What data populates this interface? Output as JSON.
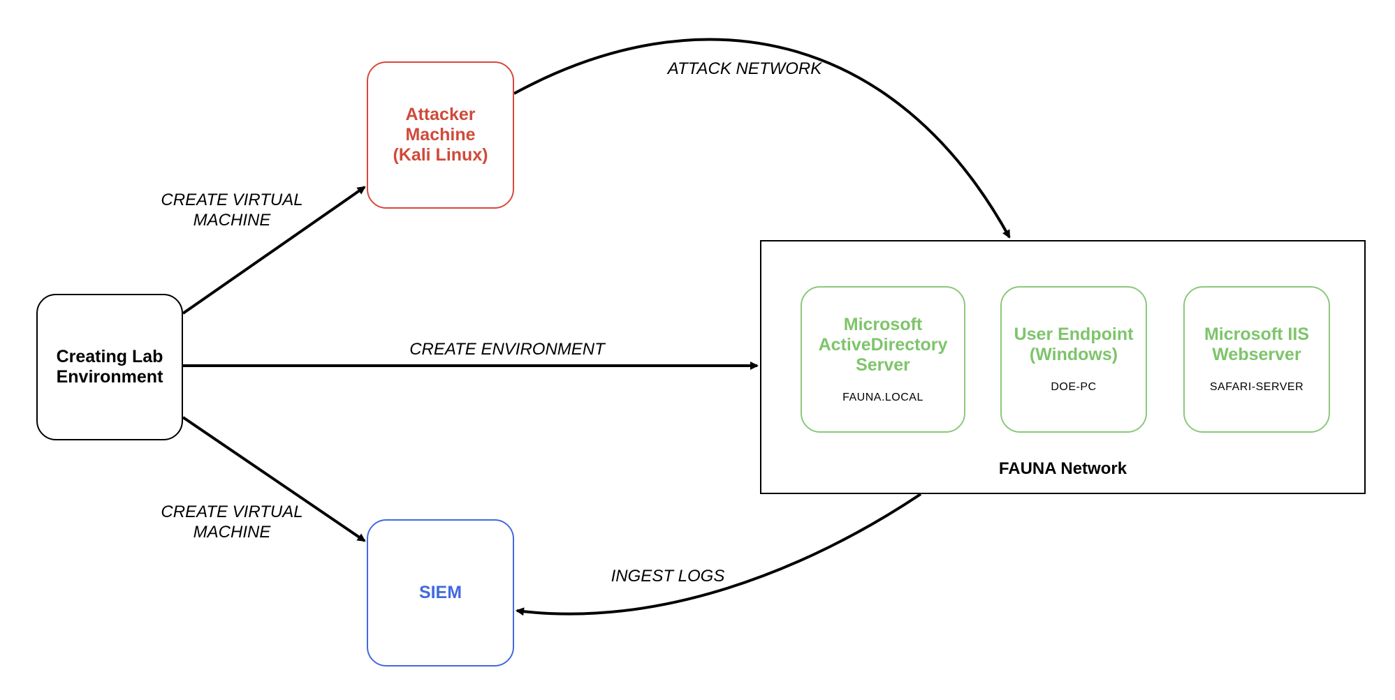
{
  "nodes": {
    "lab": {
      "title": "Creating Lab\nEnvironment"
    },
    "attacker": {
      "title": "Attacker\nMachine\n(Kali Linux)"
    },
    "siem": {
      "title": "SIEM"
    },
    "network": {
      "label": "FAUNA Network",
      "servers": [
        {
          "title": "Microsoft\nActiveDirectory\nServer",
          "subtitle": "FAUNA.LOCAL"
        },
        {
          "title": "User Endpoint\n(Windows)",
          "subtitle": "DOE-PC"
        },
        {
          "title": "Microsoft IIS\nWebserver",
          "subtitle": "SAFARI-SERVER"
        }
      ]
    }
  },
  "edges": {
    "create_attacker": "CREATE VIRTUAL\nMACHINE",
    "create_siem": "CREATE VIRTUAL\nMACHINE",
    "create_environment": "CREATE ENVIRONMENT",
    "attack_network": "ATTACK NETWORK",
    "ingest_logs": "INGEST LOGS"
  },
  "colors": {
    "attacker": "#cf4a3a",
    "siem": "#4169e1",
    "server": "#7ec46b",
    "edge": "#000000"
  }
}
